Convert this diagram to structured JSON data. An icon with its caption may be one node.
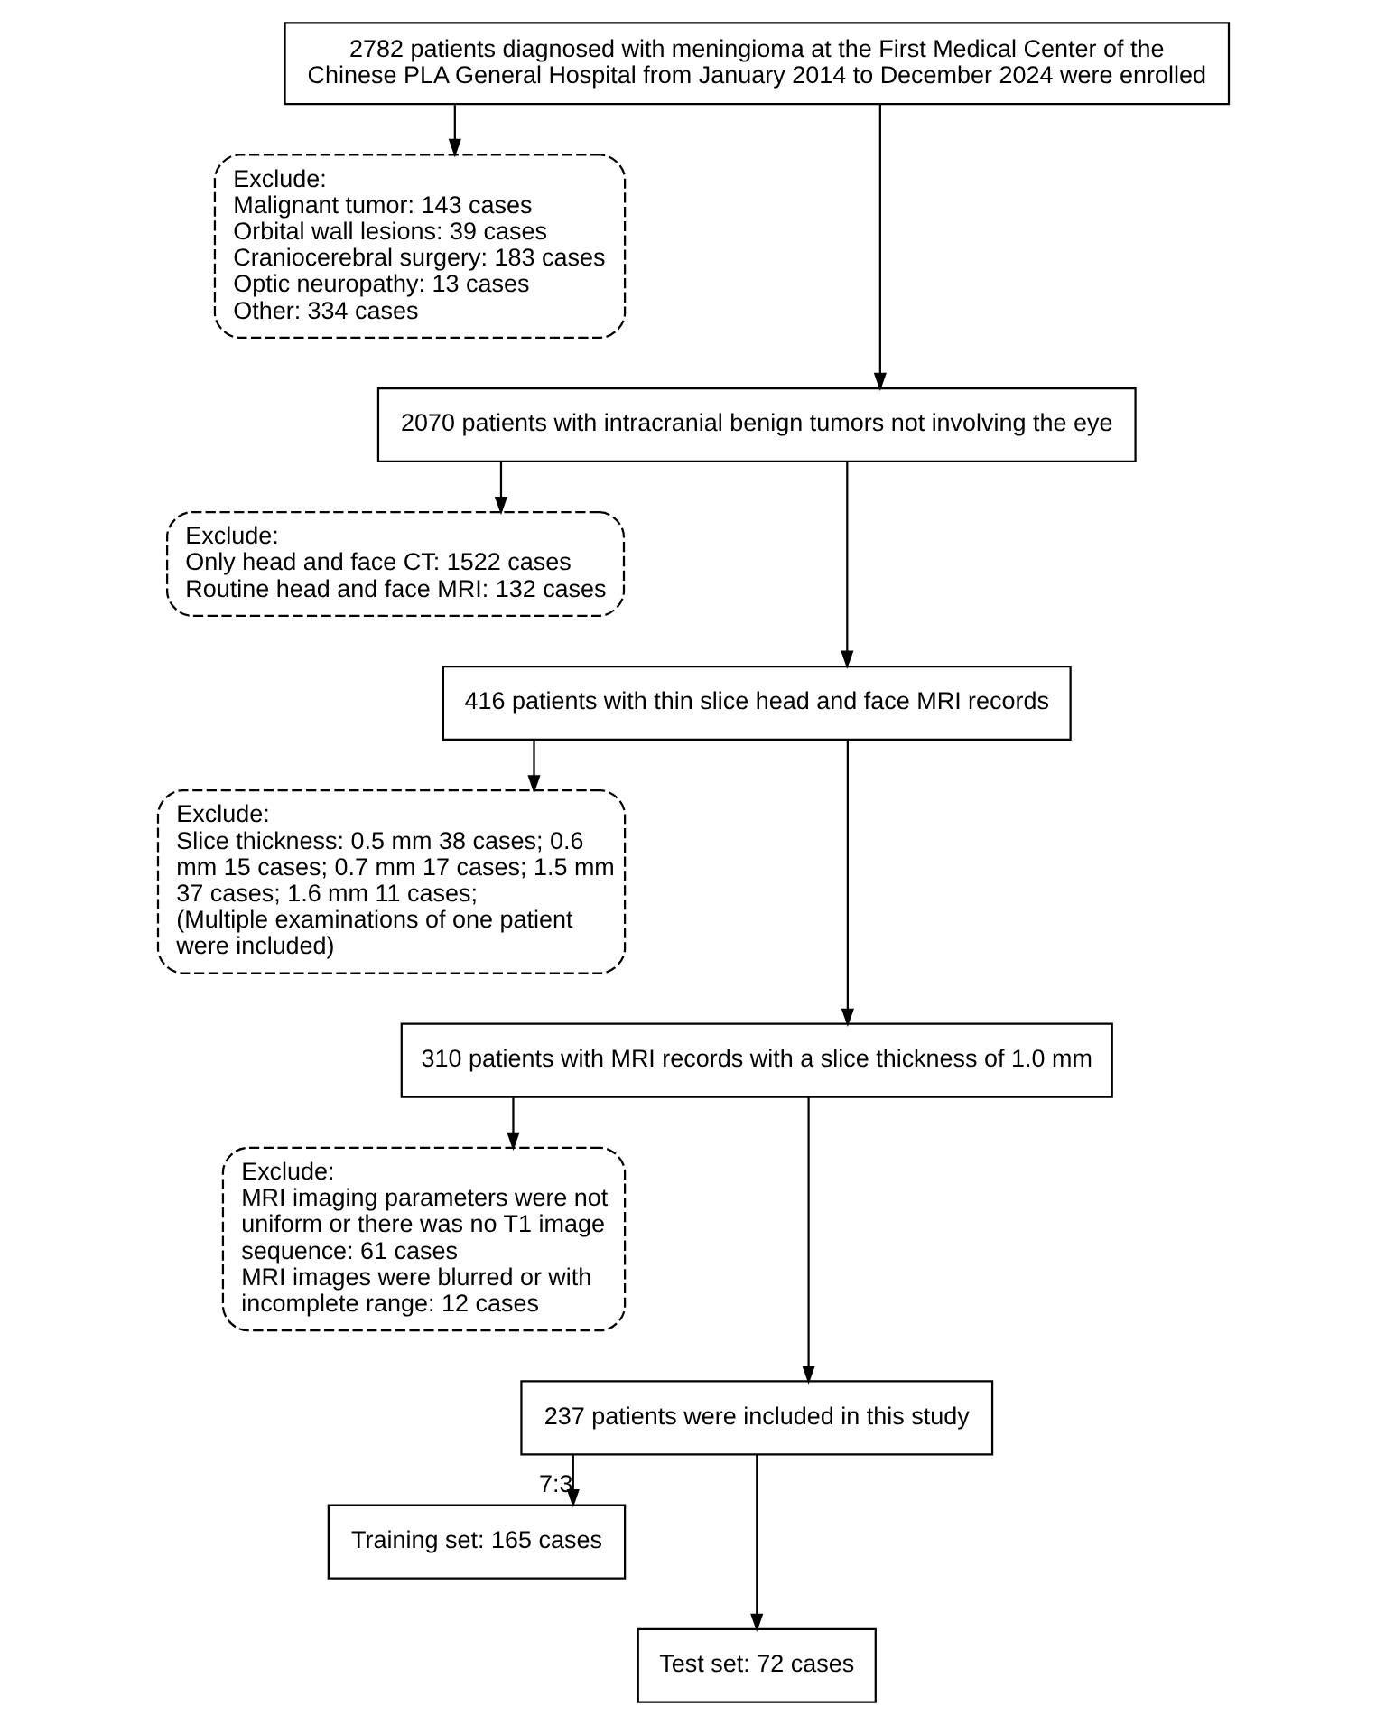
{
  "diagram": {
    "nodes": [
      {
        "text": [
          "2782 patients diagnosed with meningioma at the First Medical Center of the Chinese PLA General Hospital from January 2014 to December 2024 were enrolled"
        ]
      },
      {
        "text": [
          "Exclude:",
          "Malignant tumor: 143 cases",
          "Orbital wall lesions: 39 cases",
          "Craniocerebral surgery: 183 cases",
          "Optic neuropathy: 13 cases",
          "Other: 334 cases"
        ]
      },
      {
        "text": [
          "2070 patients with intracranial benign tumors not involving the eye"
        ]
      },
      {
        "text": [
          "Exclude:",
          "Only head and face CT: 1522 cases",
          "Routine head and face MRI: 132 cases"
        ]
      },
      {
        "text": [
          "416 patients with thin slice head and face MRI records"
        ]
      },
      {
        "text": [
          "Exclude:",
          "Slice thickness: 0.5 mm 38 cases; 0.6 mm 15 cases; 0.7 mm 17 cases; 1.5 mm 37 cases; 1.6 mm 11 cases;",
          "(Multiple examinations of one patient were included)"
        ]
      },
      {
        "text": [
          "310 patients with MRI records with a slice thickness of 1.0 mm"
        ]
      },
      {
        "text": [
          "Exclude:",
          "MRI imaging parameters were not uniform or there was no T1 image sequence: 61 cases",
          "MRI images were blurred or with incomplete range: 12 cases"
        ]
      },
      {
        "text": [
          "237 patients were included in this study"
        ]
      },
      {
        "text": [
          "Training set: 165 cases"
        ]
      },
      {
        "text": [
          "Test set: 72 cases"
        ]
      }
    ],
    "edges": [
      {
        "from": 0,
        "to": 2,
        "arrow": "to"
      },
      {
        "from": 0,
        "to": 1,
        "arrow": "to"
      },
      {
        "from": 2,
        "to": 4,
        "arrow": "to"
      },
      {
        "from": 2,
        "to": 3,
        "arrow": "to"
      },
      {
        "from": 4,
        "to": 6,
        "arrow": "to"
      },
      {
        "from": 4,
        "to": 5,
        "arrow": "to"
      },
      {
        "from": 6,
        "to": 8,
        "arrow": "to"
      },
      {
        "from": 6,
        "to": 7,
        "arrow": "to"
      },
      {
        "from": 8,
        "to": 9,
        "arrow": "to",
        "label": "7:3"
      },
      {
        "from": 8,
        "to": 10,
        "arrow": "to"
      }
    ]
  }
}
